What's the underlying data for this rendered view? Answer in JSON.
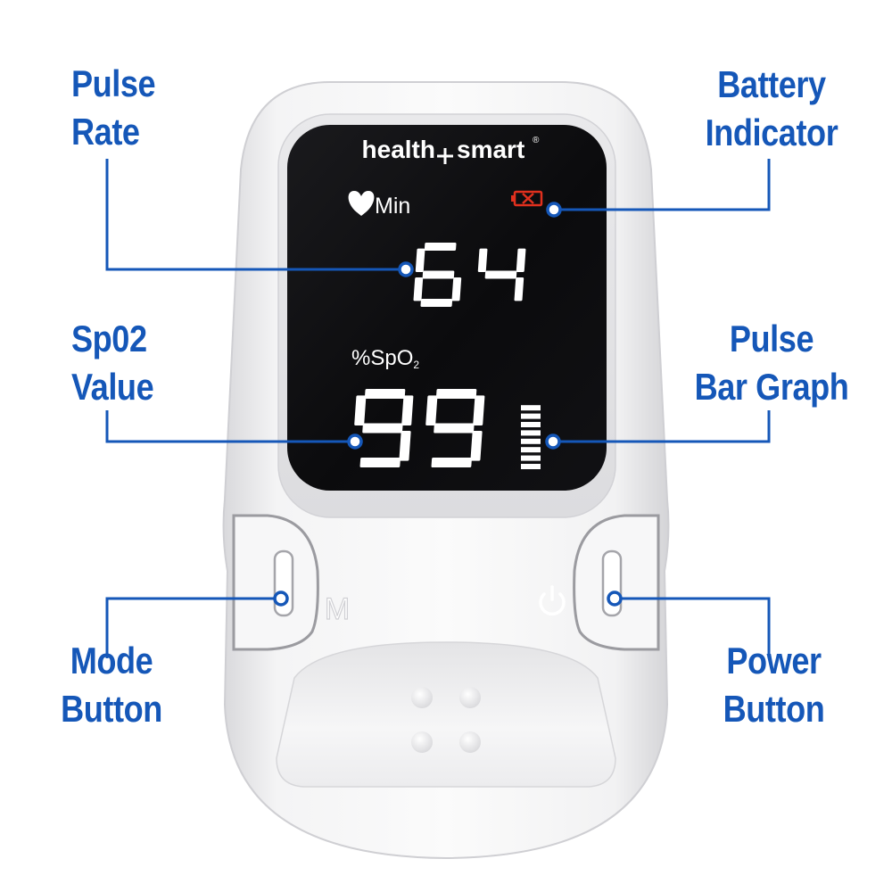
{
  "device": {
    "brand_left": "health",
    "brand_right": "smart",
    "brand_mark": "®",
    "pulse_unit": "Min",
    "pulse_value": "64",
    "spo2_unit": "%SpO",
    "spo2_subscript": "2",
    "spo2_value": "99",
    "mode_button_glyph": "M",
    "pulse_bar_level": 1.0,
    "battery_status": "empty",
    "icons": [
      "heart-icon",
      "battery-empty-icon",
      "power-icon",
      "pulse-bar-graph"
    ]
  },
  "callouts": {
    "pulse_rate": {
      "line1": "Pulse",
      "line2": "Rate"
    },
    "battery_indicator": {
      "line1": "Battery",
      "line2": "Indicator"
    },
    "spo2_value": {
      "line1": "Sp02",
      "line2": "Value"
    },
    "pulse_bar_graph": {
      "line1": "Pulse",
      "line2": "Bar Graph"
    },
    "mode_button": {
      "line1": "Mode",
      "line2": "Button"
    },
    "power_button": {
      "line1": "Power",
      "line2": "Button"
    }
  },
  "colors": {
    "callout_blue": "#1557b8",
    "screen_black": "#0b0b0d",
    "digit_white": "#ffffff",
    "battery_red": "#e0301e",
    "body_white": "#f3f3f4"
  }
}
